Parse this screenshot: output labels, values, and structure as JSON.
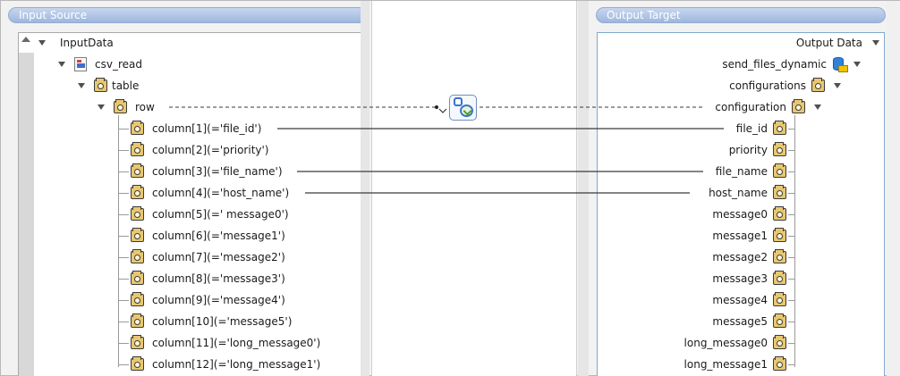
{
  "panels": {
    "input_header": "Input Source",
    "output_header": "Output Target"
  },
  "input_tree": {
    "root": "InputData",
    "source": "csv_read",
    "table": "table",
    "row": "row",
    "columns": [
      "column[1](='file_id')",
      "column[2](='priority')",
      "column[3](='file_name')",
      "column[4](='host_name')",
      "column[5](=' message0')",
      "column[6](='message1')",
      "column[7](='message2')",
      "column[8](='message3')",
      "column[9](='message4')",
      "column[10](='message5')",
      "column[11](='long_message0')",
      "column[12](='long_message1')"
    ]
  },
  "output_tree": {
    "root": "Output Data",
    "target": "send_files_dynamic",
    "configurations": "configurations",
    "configuration": "configuration",
    "fields": [
      "file_id",
      "priority",
      "file_name",
      "host_name",
      "message0",
      "message1",
      "message2",
      "message3",
      "message4",
      "message5",
      "long_message0",
      "long_message1"
    ]
  },
  "icons": {
    "folder": "folder-node-icon",
    "csv": "csv-file-icon",
    "database": "database-adapter-icon",
    "function": "loop-function-icon"
  },
  "colors": {
    "header_gradient_top": "#c7d6ef",
    "header_gradient_bottom": "#9eb7dd",
    "mapping_line": "#3a3a3a",
    "output_border": "#7fa8cf"
  }
}
